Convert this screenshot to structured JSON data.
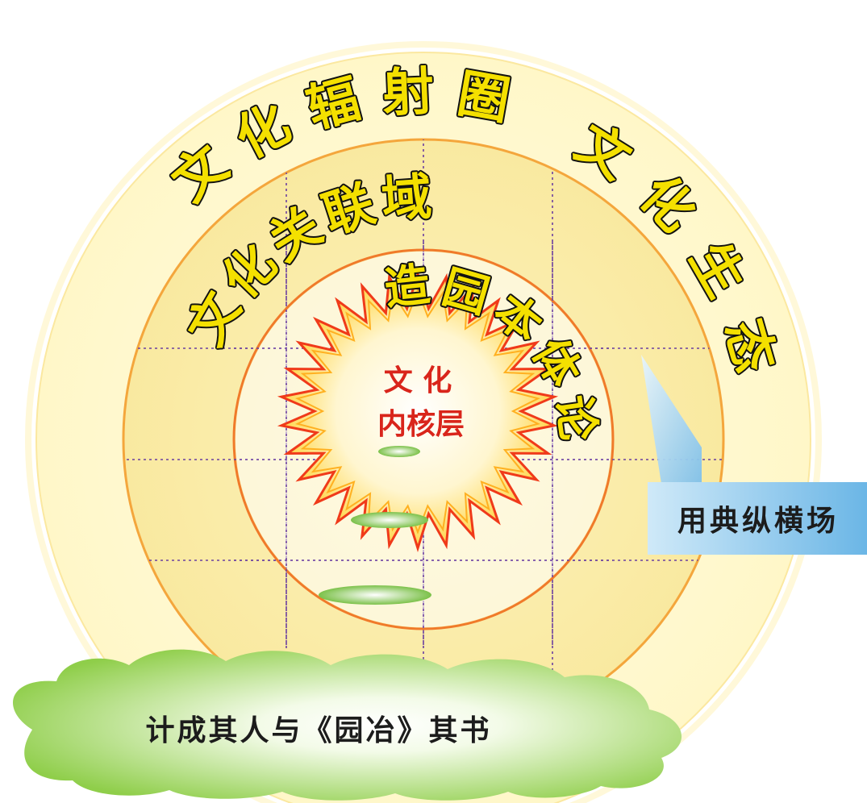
{
  "layers": {
    "radiation": {
      "label": "文化辐射圈"
    },
    "ecology": {
      "label": "文化生态"
    },
    "association": {
      "label": "文化关联域"
    },
    "theory": {
      "label": "造园本体论"
    },
    "core": {
      "line1": "文 化",
      "line2": "内核层"
    }
  },
  "callout": {
    "label": "用典纵横场"
  },
  "foundation": {
    "label": "计成其人与《园冶》其书"
  },
  "colors": {
    "ring_outer": "#fff9cf",
    "ring_middle": "#fbeeaa",
    "ring_inner_stroke": "#f07a2a",
    "ring_middle_stroke": "#f4a63c",
    "ring_char_fill": "#f4e000",
    "ring_char_stroke": "#111111",
    "core_text": "#d9251b",
    "sun_outer": "#f03a1a",
    "grid_line": "#6b3fa0",
    "callout_blue": "#8cc8ea",
    "cloud_green": "#9ed65a"
  }
}
